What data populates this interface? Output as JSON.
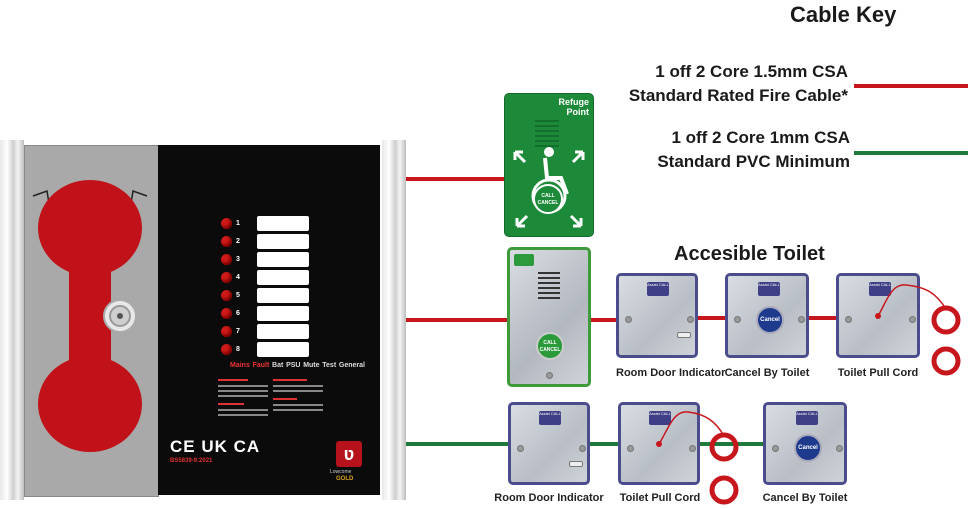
{
  "cable_key": {
    "title": "Cable Key",
    "fire_cable": {
      "line1": "1 off 2 Core 1.5mm CSA",
      "line2": "Standard Rated Fire Cable*",
      "color": "#c8161d"
    },
    "pvc_cable": {
      "line1": "1 off 2 Core 1mm CSA",
      "line2": "Standard PVC Minimum",
      "color": "#1e7a3a"
    }
  },
  "accessible_toilet_title": "Accesible Toilet",
  "refuge_point": {
    "label": "Refuge Point",
    "call": "CALL",
    "cancel": "CANCEL",
    "color": "#1d8a3a"
  },
  "outstation": {
    "call": "CALL",
    "cancel": "CANCEL"
  },
  "panel": {
    "zones": [
      "1",
      "2",
      "3",
      "4",
      "5",
      "6",
      "7",
      "8"
    ],
    "marks": "CE UK CA",
    "standard": "BS5839-9:2021",
    "brand": "Lowcome",
    "product": "GOLD",
    "status_labels": [
      "Mains",
      "Fault",
      "Bat",
      "PSU",
      "Mute",
      "Test",
      "General"
    ]
  },
  "devices_row1": [
    {
      "caption": "Room Door Indicator",
      "badge": "Assist CALL"
    },
    {
      "caption": "Cancel By Toilet",
      "badge": "Assist CALL",
      "button": "Cancel"
    },
    {
      "caption": "Toilet Pull Cord",
      "badge": "Assist CALL"
    }
  ],
  "devices_row2": [
    {
      "caption": "Room Door Indicator",
      "badge": "Assist CALL"
    },
    {
      "caption": "Toilet Pull Cord",
      "badge": "Assist CALL"
    },
    {
      "caption": "Cancel By Toilet",
      "badge": "Assist CALL",
      "button": "Cancel"
    }
  ]
}
